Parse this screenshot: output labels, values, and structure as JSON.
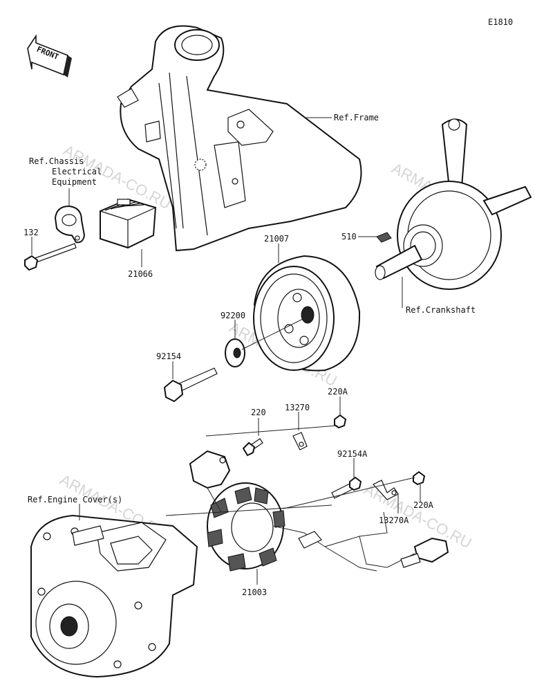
{
  "diagram_code": "E1810",
  "front_label": "FRONT",
  "watermark": "ARMADA-CO.RU",
  "refs": {
    "frame": "Ref.Frame",
    "chassis_1": "Ref.Chassis",
    "chassis_2": "Electrical",
    "chassis_3": "Equipment",
    "crankshaft": "Ref.Crankshaft",
    "engine_cover": "Ref.Engine Cover(s)"
  },
  "parts": {
    "p132": "132",
    "p21066": "21066",
    "p21007": "21007",
    "p510": "510",
    "p92200": "92200",
    "p92154": "92154",
    "p220": "220",
    "p13270": "13270",
    "p220A_top": "220A",
    "p92154A": "92154A",
    "p220A_right": "220A",
    "p13270A": "13270A",
    "p21003": "21003"
  }
}
